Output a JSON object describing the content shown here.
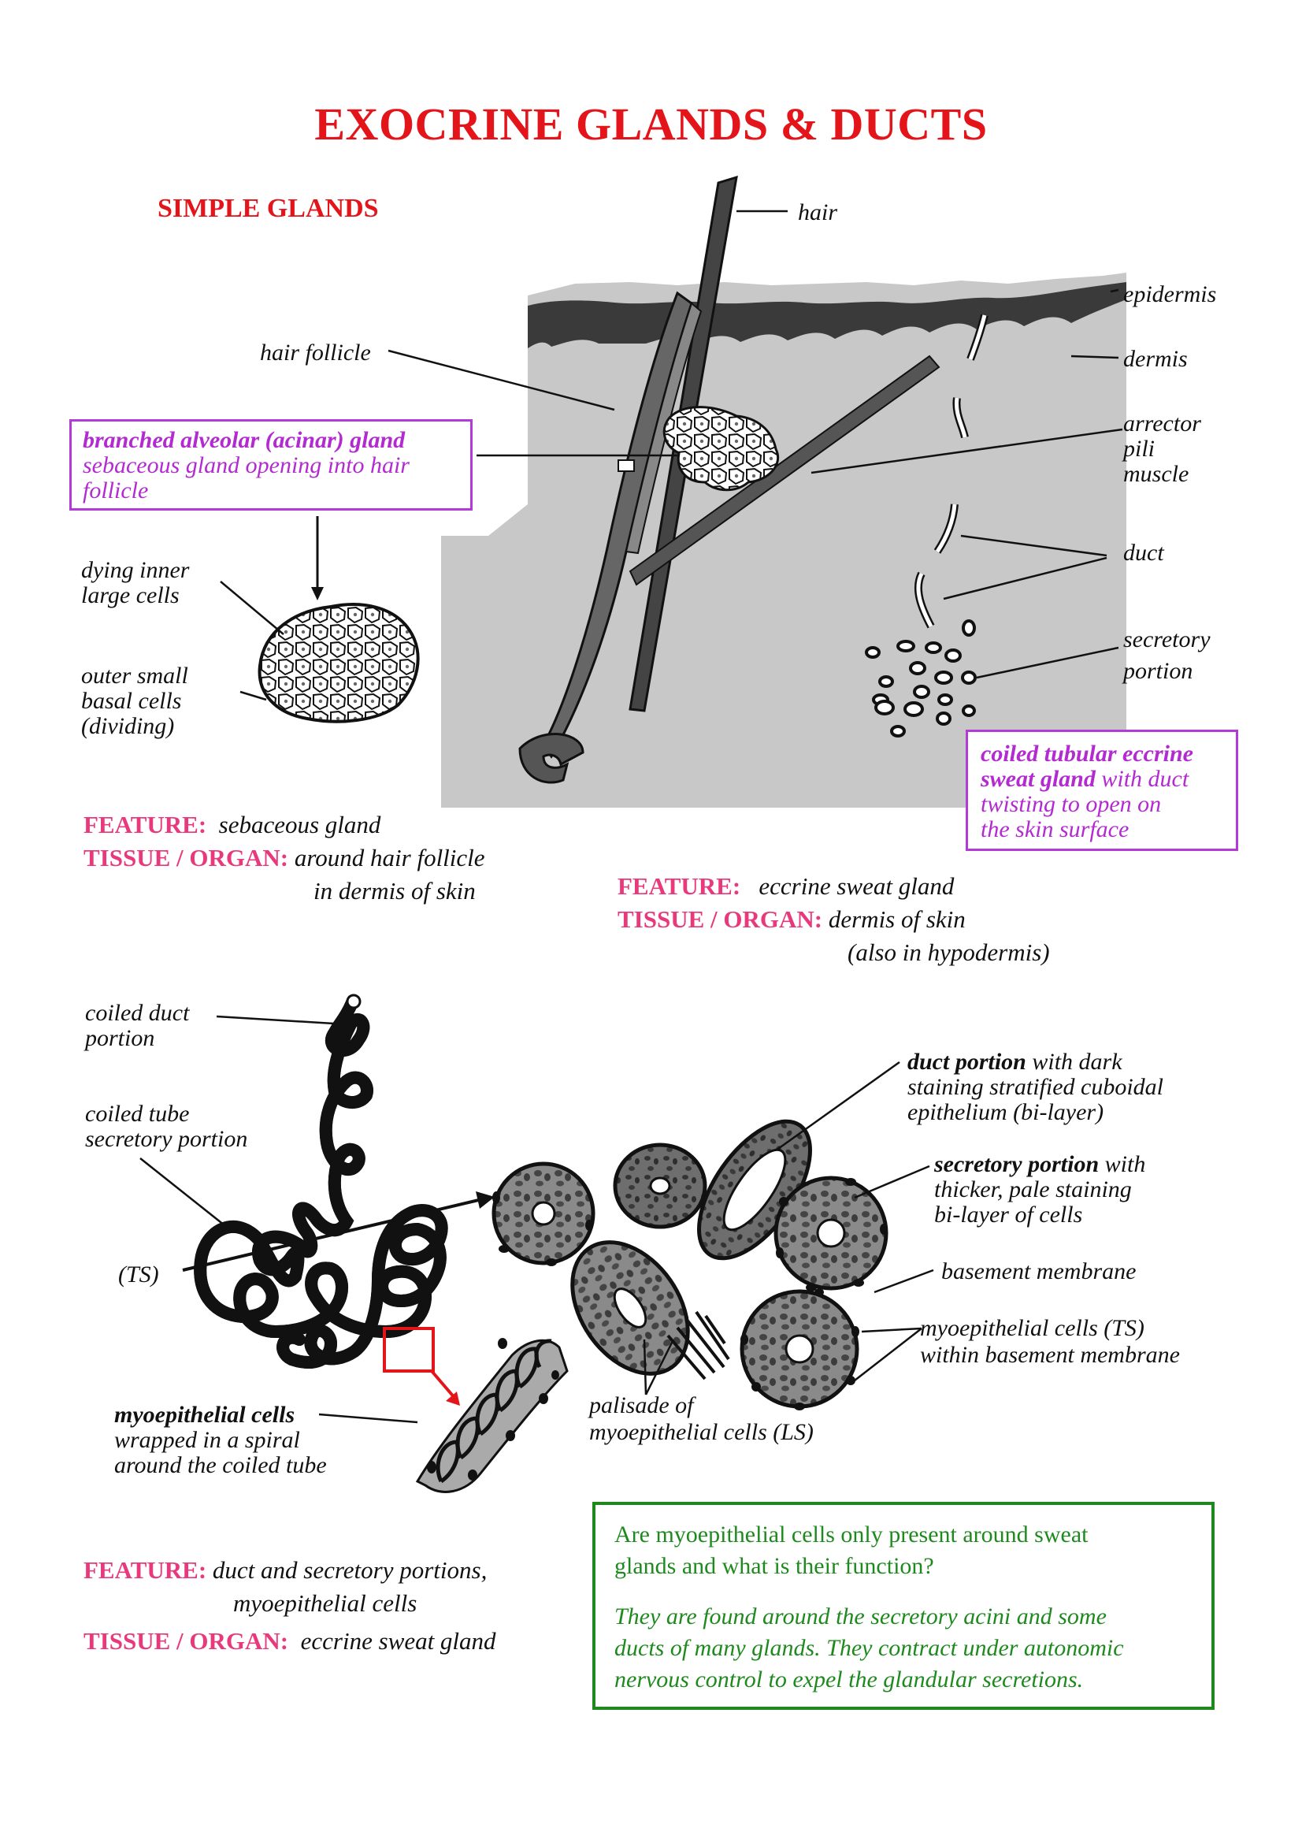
{
  "title": "EXOCRINE GLANDS & DUCTS",
  "section_simple": "SIMPLE GLANDS",
  "skin_labels": {
    "hair": "hair",
    "epidermis": "epidermis",
    "dermis": "dermis",
    "hair_follicle": "hair follicle",
    "arrector_1": "arrector",
    "arrector_2": "pili",
    "arrector_3": "muscle",
    "duct": "duct",
    "secretory_1": "secretory",
    "secretory_2": "portion",
    "dying_1": "dying inner",
    "dying_2": "large cells",
    "outer_1": "outer small",
    "outer_2": "basal cells",
    "outer_3": "(dividing)"
  },
  "sebaceous_box": {
    "title": "branched alveolar (acinar) gland",
    "line1": "sebaceous gland opening into hair",
    "line2": "follicle"
  },
  "eccrine_box": {
    "bold1": "coiled tubular eccrine",
    "bold2": "sweat gland",
    "rest2": " with duct",
    "line3": "twisting to open on",
    "line4": "the skin surface"
  },
  "feature1": {
    "feature_key": "FEATURE:",
    "feature_val": "sebaceous gland",
    "tissue_key": "TISSUE / ORGAN:",
    "tissue_val1": "around hair follicle",
    "tissue_val2": "in dermis of skin"
  },
  "feature2": {
    "feature_key": "FEATURE:",
    "feature_val": "eccrine sweat gland",
    "tissue_key": "TISSUE / ORGAN:",
    "tissue_val1": "dermis of skin",
    "tissue_val2": "(also in hypodermis)"
  },
  "coil_labels": {
    "coiled_duct_1": "coiled duct",
    "coiled_duct_2": "portion",
    "coiled_tube_1": "coiled tube",
    "coiled_tube_2": "secretory portion",
    "ts": "(TS)",
    "myo_bold": "myoepithelial cells",
    "myo_2": "wrapped in a spiral",
    "myo_3": "around the coiled tube",
    "duct_bold": "duct portion",
    "duct_rest": " with dark",
    "duct_2": "staining stratified cuboidal",
    "duct_3": "epithelium (bi-layer)",
    "sec_bold": "secretory portion",
    "sec_rest": " with",
    "sec_2": "thicker, pale staining",
    "sec_3": "bi-layer of cells",
    "basement": "basement membrane",
    "myo_ts_1": "myoepithelial cells (TS)",
    "myo_ts_2": "within basement membrane",
    "palisade_1": "palisade of",
    "palisade_2": "myoepithelial cells  (LS)"
  },
  "feature3": {
    "feature_key": "FEATURE:",
    "feature_val1": "duct and secretory portions,",
    "feature_val2": "myoepithelial cells",
    "tissue_key": "TISSUE / ORGAN:",
    "tissue_val": "eccrine sweat gland"
  },
  "question_box": {
    "question1": "Are myoepithelial cells only present around sweat",
    "question2": "glands and what is their function?",
    "answer1": "They are found around the secretory acini and some",
    "answer2": "ducts of many glands.  They contract under autonomic",
    "answer3": "nervous control to expel the glandular secretions."
  },
  "colors": {
    "title_red": "#e3151b",
    "feature_pink": "#e8397d",
    "box_purple": "#b23ad6",
    "box_green": "#1e8a1e",
    "dermis_gray": "#c8c8c8",
    "epidermis_dark": "#3a3a3a"
  }
}
